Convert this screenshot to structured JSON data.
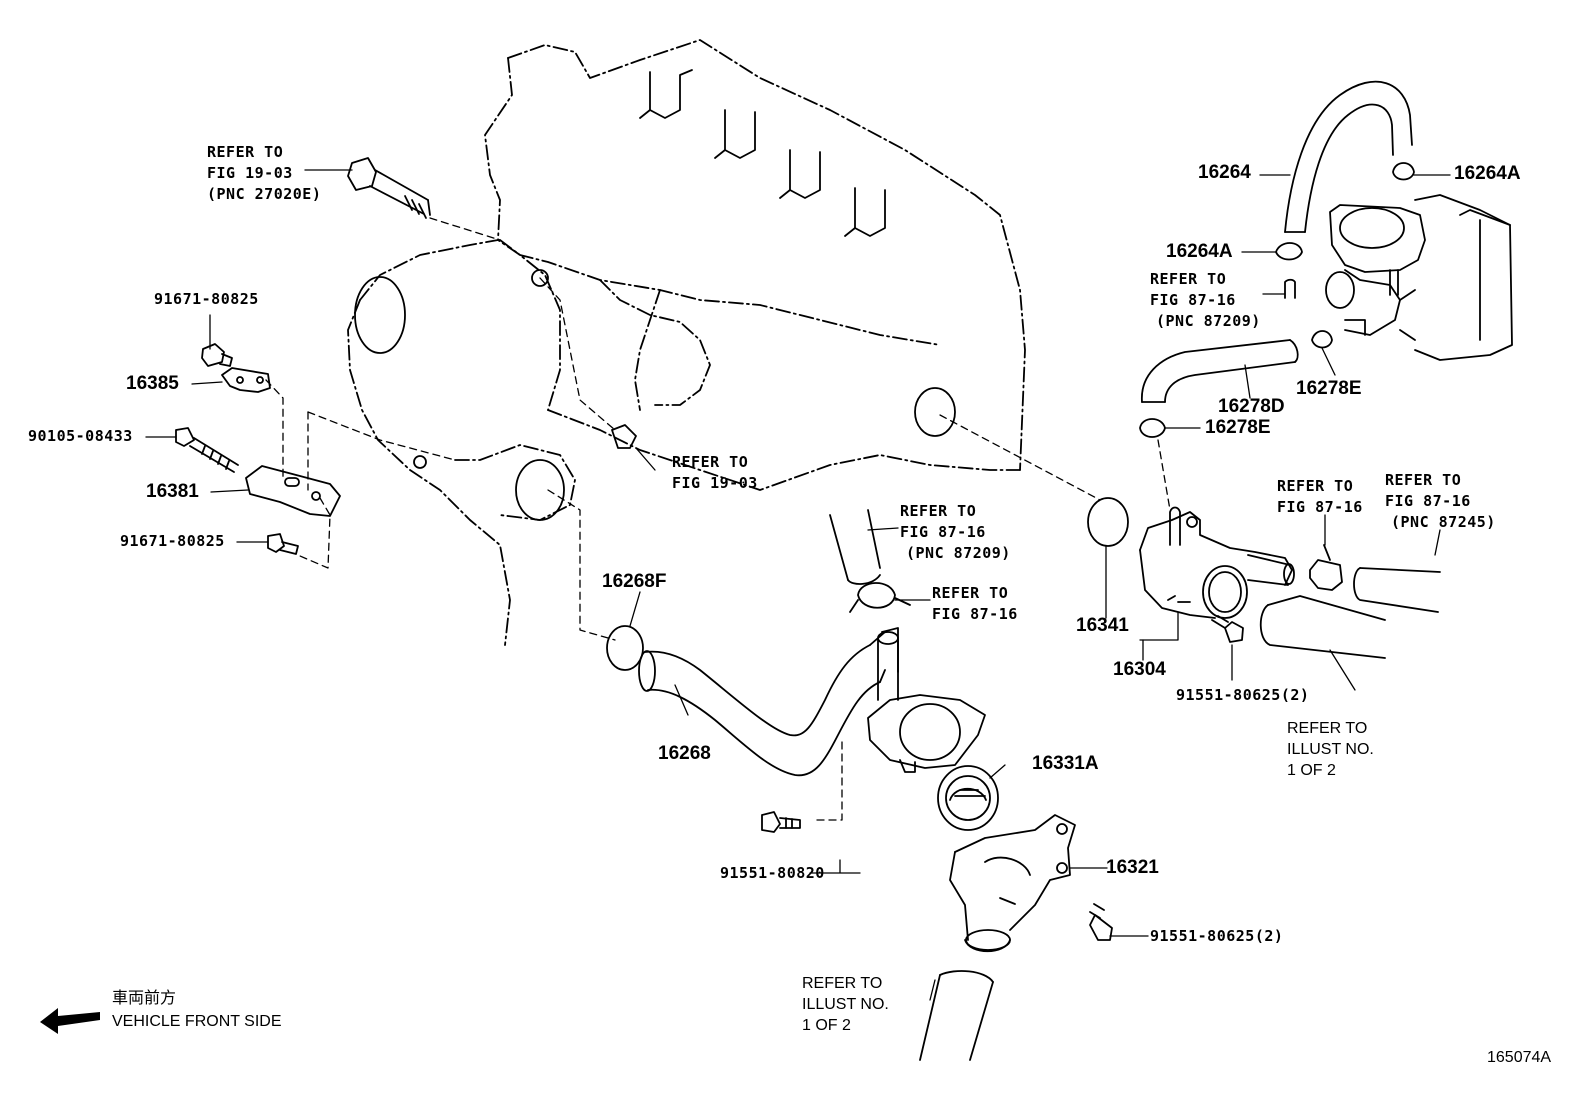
{
  "diagram": {
    "figure_id": "165074A",
    "front_side": {
      "jp": "車両前方",
      "en": "VEHICLE FRONT SIDE"
    },
    "part_numbers": {
      "p16264": "16264",
      "p16264A_top": "16264A",
      "p16264A_mid": "16264A",
      "p16278D": "16278D",
      "p16278E_a": "16278E",
      "p16278E_b": "16278E",
      "p16385": "16385",
      "p16381": "16381",
      "p16268F": "16268F",
      "p16268": "16268",
      "p16341": "16341",
      "p16304": "16304",
      "p16331A": "16331A",
      "p16321": "16321",
      "b91671_top": "91671-80825",
      "b90105": "90105-08433",
      "b91671_bot": "91671-80825",
      "b91551_80820": "91551-80820",
      "b91551_right": "91551-80625(2)",
      "b91551_bottom": "91551-80625(2)"
    },
    "references": {
      "r_top_1": "REFER TO",
      "r_top_2": "FIG 19-03",
      "r_top_3": "(PNC 27020E)",
      "r_mid_1": "REFER TO",
      "r_mid_2": "FIG 19-03",
      "r_hose_1": "REFER TO",
      "r_hose_2": "FIG 87-16",
      "r_hose_3": "(PNC 87209)",
      "r_clamp_1": "REFER TO",
      "r_clamp_2": "FIG 87-16",
      "r_tb_1": "REFER TO",
      "r_tb_2": "FIG 87-16",
      "r_tb_3": "(PNC 87209)",
      "r_right_a1": "REFER TO",
      "r_right_a2": "FIG 87-16",
      "r_right_b1": "REFER TO",
      "r_right_b2": "FIG 87-16",
      "r_right_b3": "(PNC 87245)",
      "r_illust_r1": "REFER TO",
      "r_illust_r2": "ILLUST NO.",
      "r_illust_r3": "1 OF 2",
      "r_illust_b1": "REFER TO",
      "r_illust_b2": "ILLUST NO.",
      "r_illust_b3": "1 OF 2"
    }
  }
}
